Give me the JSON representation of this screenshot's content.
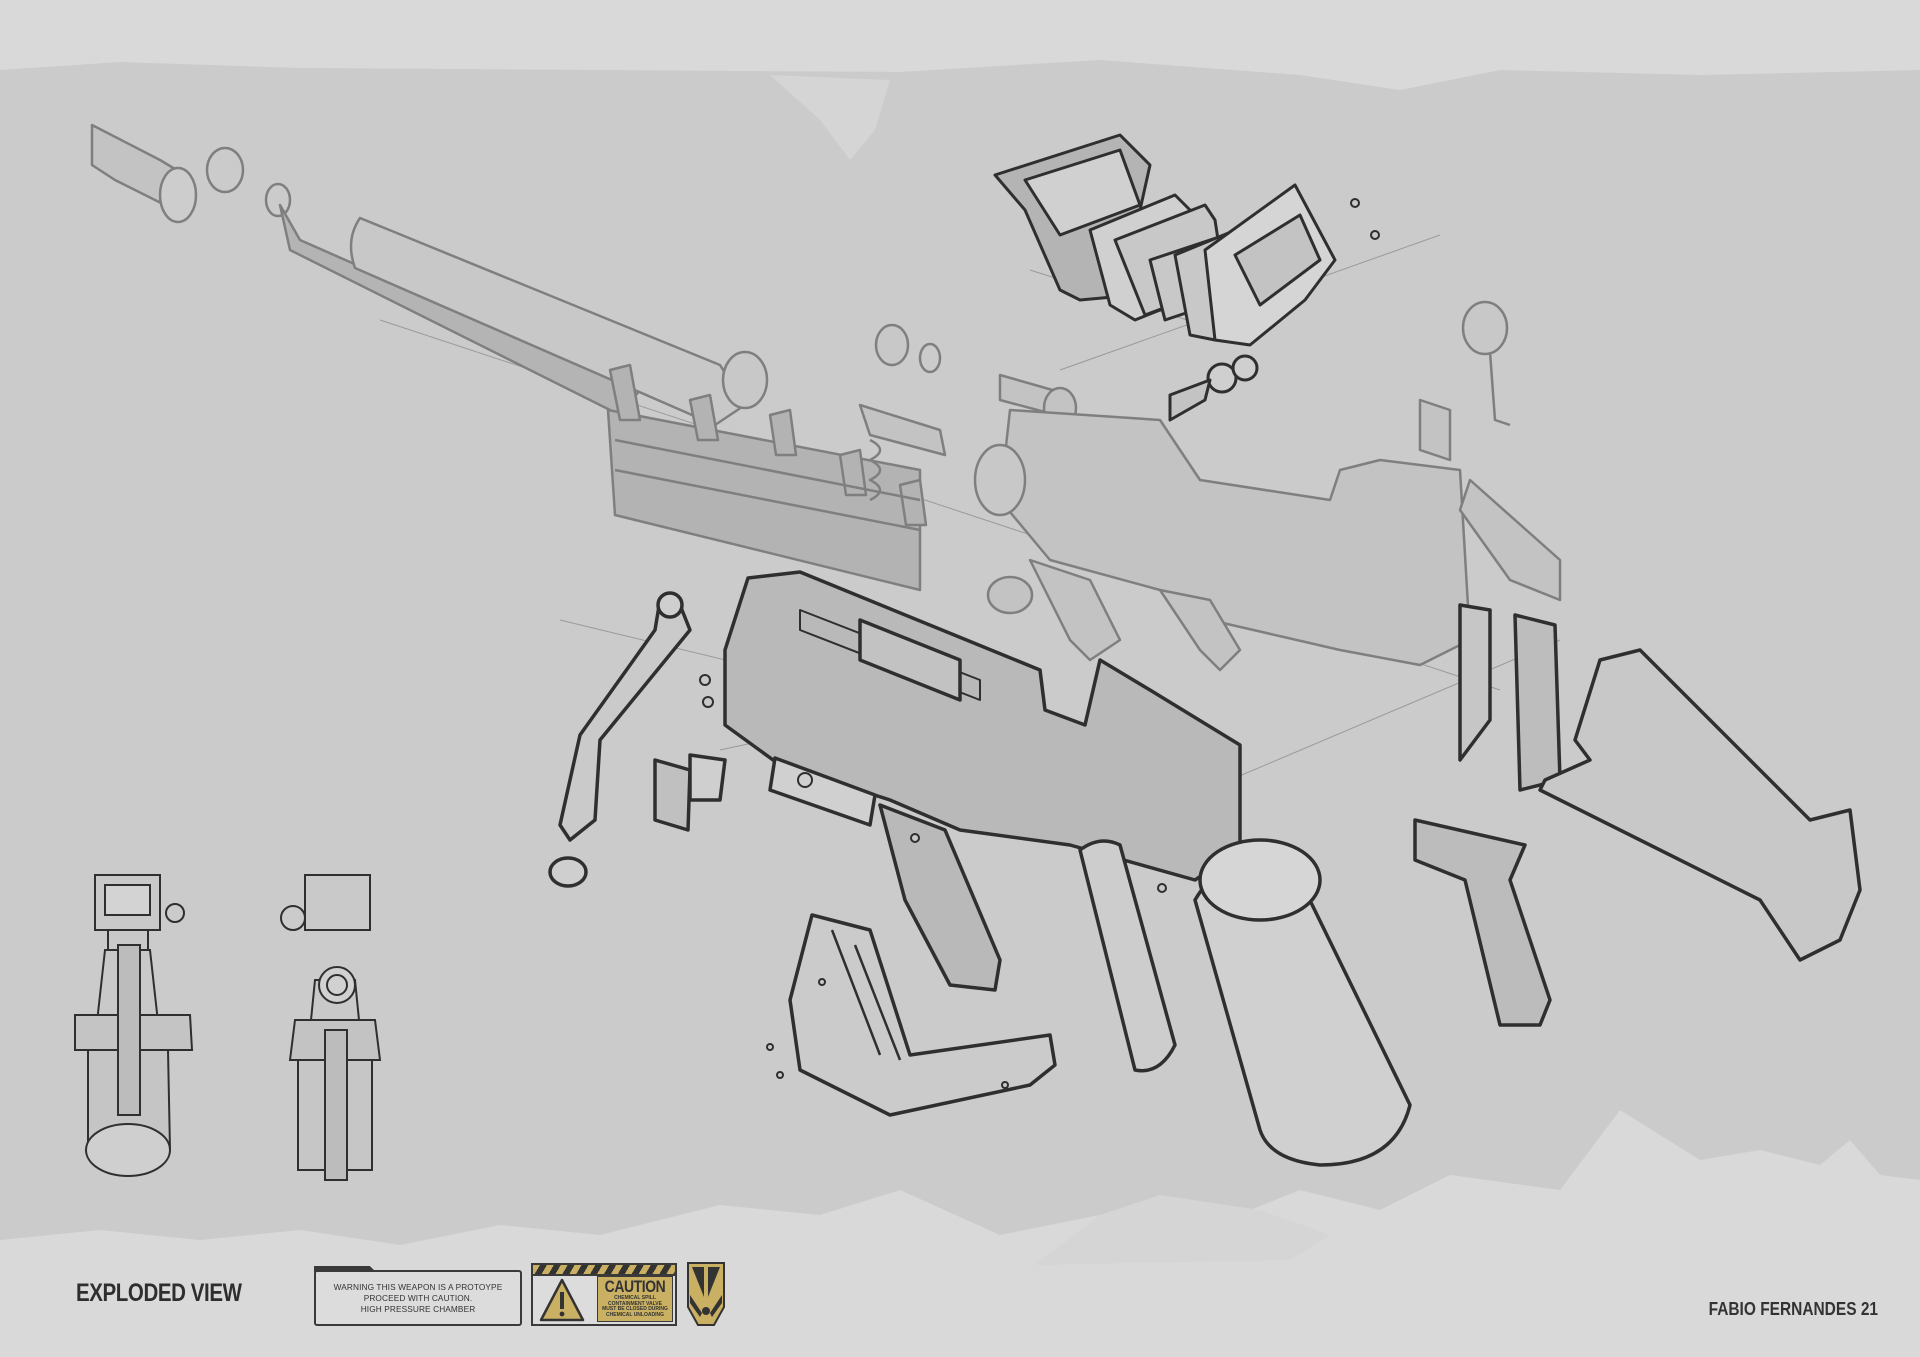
{
  "sheet": {
    "title": "EXPLODED VIEW",
    "author": "FABIO FERNANDES 21",
    "background_color": "#d9d9d9",
    "backdrop_color": "#cbcbcb",
    "line_color": "#2f2f2f",
    "ghost_line_color": "#8a8a8a",
    "fill_color": "#b9b9b9"
  },
  "warning_label": {
    "lines": [
      "WARNING THIS WEAPON IS A PROTOYPE",
      "PROCEED WITH CAUTION.",
      "HIGH PRESSURE CHAMBER"
    ]
  },
  "caution_sign": {
    "heading": "CAUTION",
    "lines": [
      "CHEMICAL SPILL",
      "CONTAINMENT VALVE",
      "MUST BE CLOSED DURING",
      "CHEMICAL UNLOADING"
    ],
    "accent_color": "#c9b062",
    "icon": "warning-triangle-icon"
  },
  "emblem": {
    "icon": "faction-shield-icon",
    "accent_color": "#c9b062"
  },
  "diagram": {
    "type": "exploded-view",
    "views": [
      "isometric exploded assembly",
      "front orthographic view",
      "rear orthographic view"
    ],
    "parts": [
      "muzzle cap",
      "muzzle ring",
      "front sight ring",
      "barrel rail",
      "barrel tube",
      "barrel cage frame",
      "bolt assembly",
      "recoil spring",
      "pressure chamber manifold",
      "display hood",
      "display circuit boards",
      "display housing",
      "display hinge",
      "pressure gauge",
      "upper receiver",
      "side panel",
      "front grip handle",
      "pistol grip",
      "trigger guard frame",
      "gas canister",
      "chemical tank",
      "circuit board",
      "stock adapter",
      "stock",
      "magazine"
    ]
  }
}
